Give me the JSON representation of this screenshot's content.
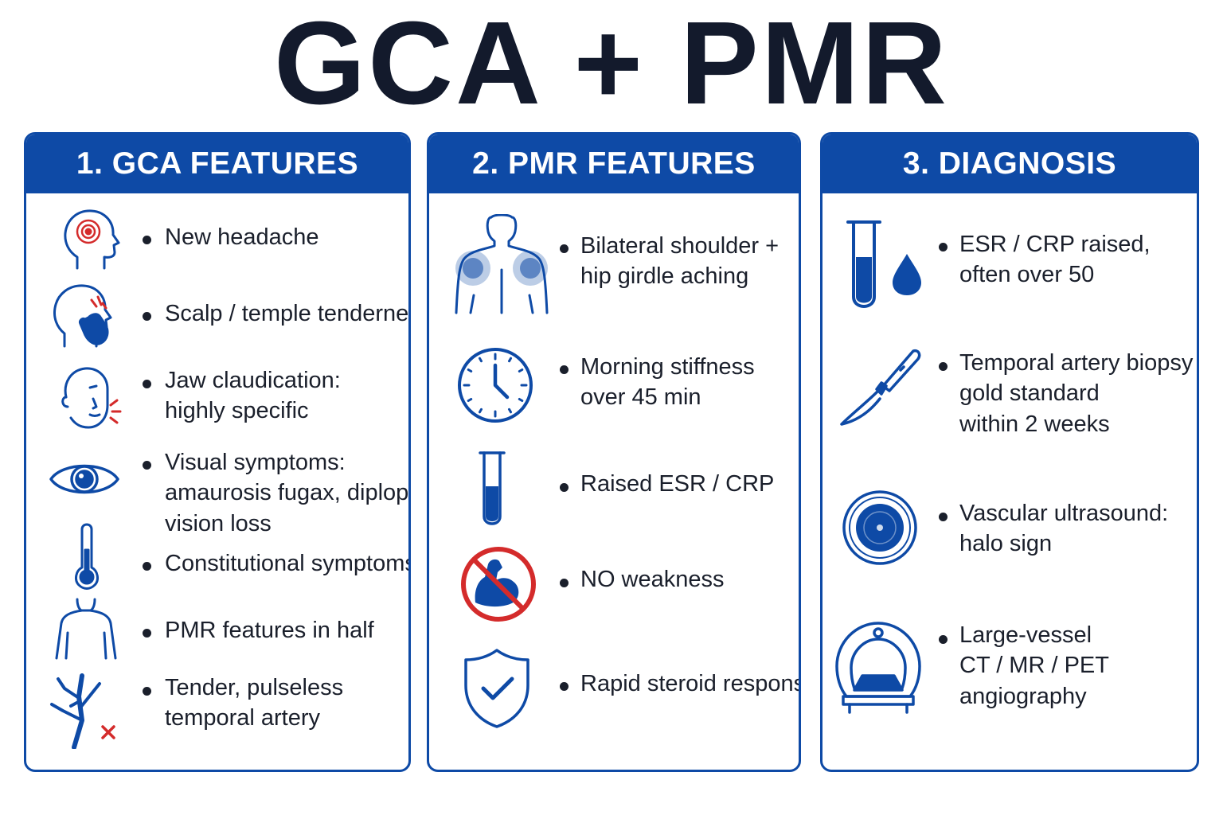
{
  "title": "GCA + PMR",
  "panels": [
    {
      "heading": "1. GCA FEATURES",
      "items": [
        {
          "icon": "head-target-icon",
          "lines": [
            "New headache"
          ]
        },
        {
          "icon": "head-hand-temple-icon",
          "lines": [
            "Scalp / temple tenderness"
          ]
        },
        {
          "icon": "face-jaw-pain-icon",
          "lines": [
            "Jaw claudication:",
            "highly specific"
          ]
        },
        {
          "icon": "eye-icon",
          "lines": [
            "Visual symptoms:",
            "amaurosis fugax, diplopia,",
            "vision loss"
          ]
        },
        {
          "icon": "thermometer-icon",
          "lines": [
            "Constitutional symptoms"
          ]
        },
        {
          "icon": "torso-icon",
          "lines": [
            "PMR features in half"
          ]
        },
        {
          "icon": "artery-branch-cross-icon",
          "lines": [
            "Tender, pulseless",
            "temporal artery"
          ]
        }
      ]
    },
    {
      "heading": "2. PMR FEATURES",
      "items": [
        {
          "icon": "body-shoulders-icon",
          "lines": [
            "Bilateral shoulder +",
            "hip girdle aching"
          ]
        },
        {
          "icon": "clock-icon",
          "lines": [
            "Morning stiffness",
            "over 45 min"
          ]
        },
        {
          "icon": "test-tube-icon",
          "lines": [
            "Raised ESR / CRP"
          ]
        },
        {
          "icon": "no-muscle-icon",
          "lines": [
            "NO weakness"
          ]
        },
        {
          "icon": "shield-check-icon",
          "lines": [
            "Rapid steroid response"
          ]
        }
      ]
    },
    {
      "heading": "3. DIAGNOSIS",
      "items": [
        {
          "icon": "test-tube-drop-icon",
          "lines": [
            "ESR / CRP raised,",
            "often over 50"
          ]
        },
        {
          "icon": "scalpel-icon",
          "lines": [
            "Temporal artery biopsy",
            "gold standard",
            "within 2 weeks"
          ]
        },
        {
          "icon": "ultrasound-halo-icon",
          "lines": [
            "Vascular ultrasound:",
            "halo sign"
          ]
        },
        {
          "icon": "ct-scanner-icon",
          "lines": [
            "Large-vessel",
            "CT / MR / PET",
            "angiography"
          ]
        }
      ]
    }
  ],
  "colors": {
    "brand_blue": "#0e4aa6",
    "accent_red": "#d42b2b",
    "text_dark": "#1a1f2b"
  }
}
